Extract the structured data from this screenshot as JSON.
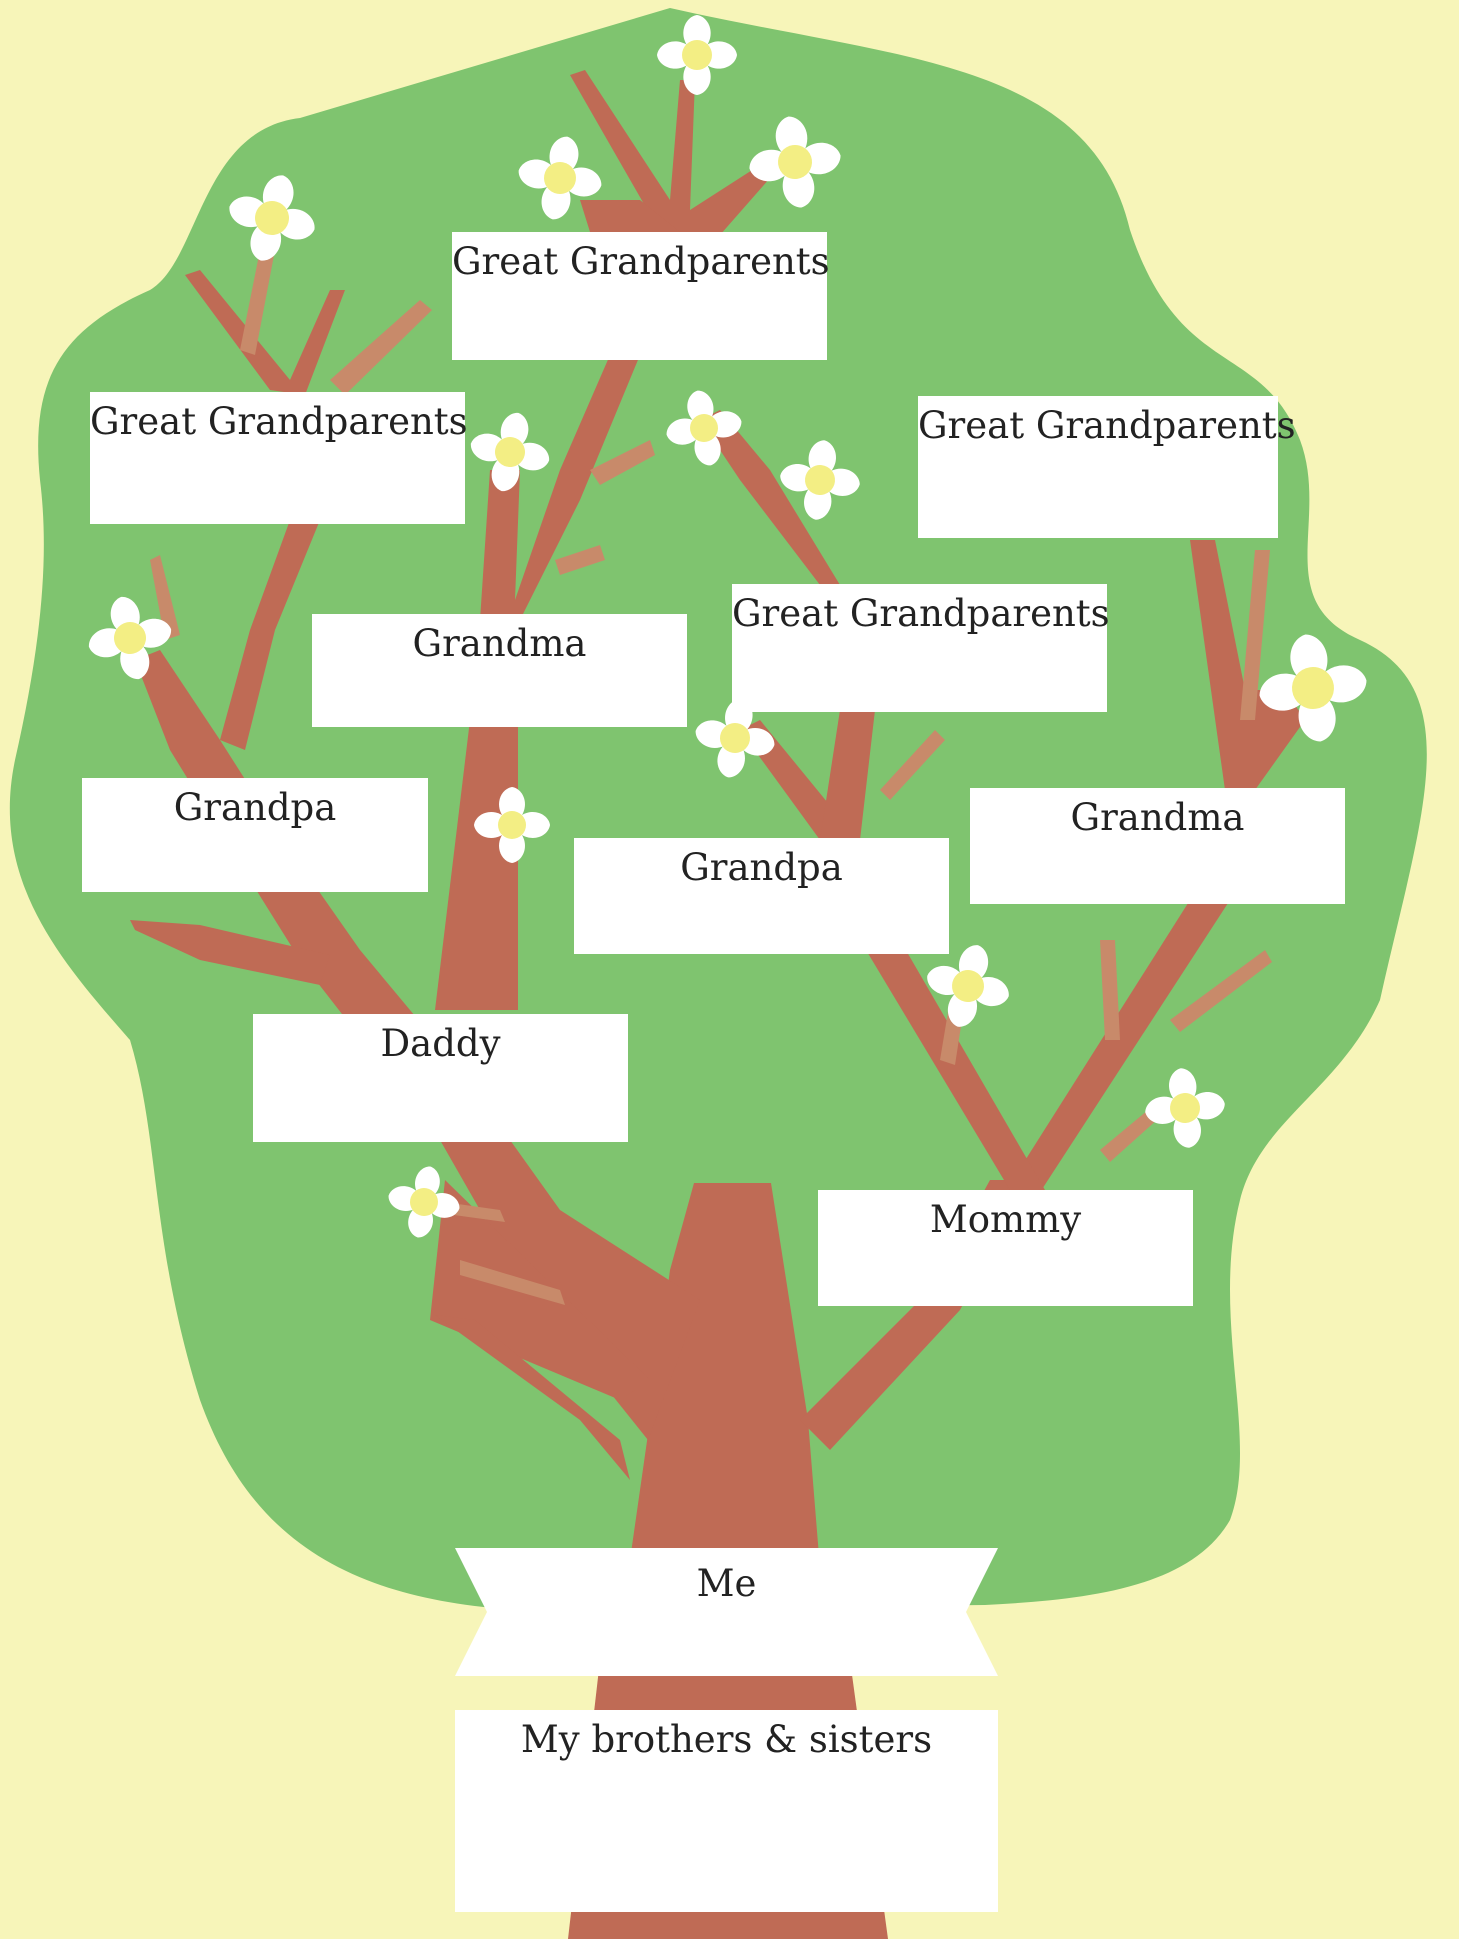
{
  "colors": {
    "background": "#f7f5b9",
    "canopy": "#7fc46f",
    "branch": "#bf6b55",
    "twig": "#c88a6a",
    "label_fill": "#ffffff",
    "flower_petal": "#ffffff",
    "flower_center": "#f3ee84"
  },
  "tree": {
    "labels": {
      "great_grandparents_top": "Great Grandparents",
      "great_grandparents_left": "Great Grandparents",
      "great_grandparents_right": "Great Grandparents",
      "great_grandparents_center": "Great Grandparents",
      "grandma_left": "Grandma",
      "grandpa_left": "Grandpa",
      "grandpa_center": "Grandpa",
      "grandma_right": "Grandma",
      "daddy": "Daddy",
      "mommy": "Mommy",
      "me": "Me",
      "siblings": "My brothers & sisters"
    }
  }
}
